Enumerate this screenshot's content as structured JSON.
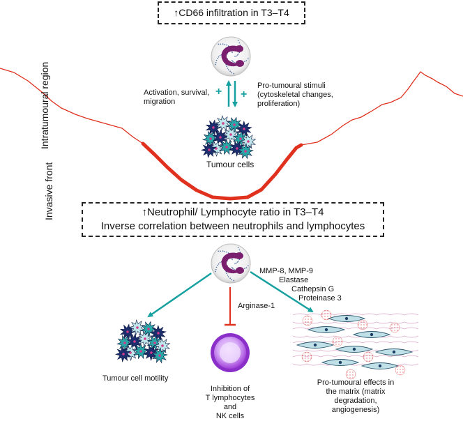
{
  "side_labels": {
    "intratumoural": "Intratumoural region",
    "invasive": "Invasive front"
  },
  "top_box": {
    "arrow": "↑",
    "text": "CD66 infiltration in T3–T4"
  },
  "top_interaction": {
    "left_label": "Activation, survival, migration",
    "right_label": "Pro-tumoural stimuli (cytoskeletal changes, proliferation)",
    "left_sign": "+",
    "right_sign": "+",
    "tumour_label": "Tumour cells"
  },
  "mid_box": {
    "arrow": "↑",
    "line1": "Neutrophil/ Lymphocyte ratio in T3–T4",
    "line2": "Inverse correlation between neutrophils and lymphocytes"
  },
  "bottom": {
    "enzymes": [
      "MMP-8, MMP-9",
      "Elastase",
      "Cathepsin G",
      "Proteinase 3"
    ],
    "arginase": "Arginase-1",
    "motility": "Tumour cell motility",
    "inhibition": [
      "Inhibition of",
      "T lymphocytes and",
      "NK cells"
    ],
    "matrix": [
      "Pro-tumoural effects in",
      "the matrix (matrix",
      "degradation,",
      "angiogenesis)"
    ]
  },
  "colors": {
    "teal": "#17a0a0",
    "red": "#e0301e",
    "neutrophil_nucleus": "#7a1f6e",
    "lymphocyte": "#a040d8",
    "tumour_dark": "#1c2e6e",
    "tumour_teal": "#2aa6a6",
    "tumour_light": "#bfe6ea"
  }
}
